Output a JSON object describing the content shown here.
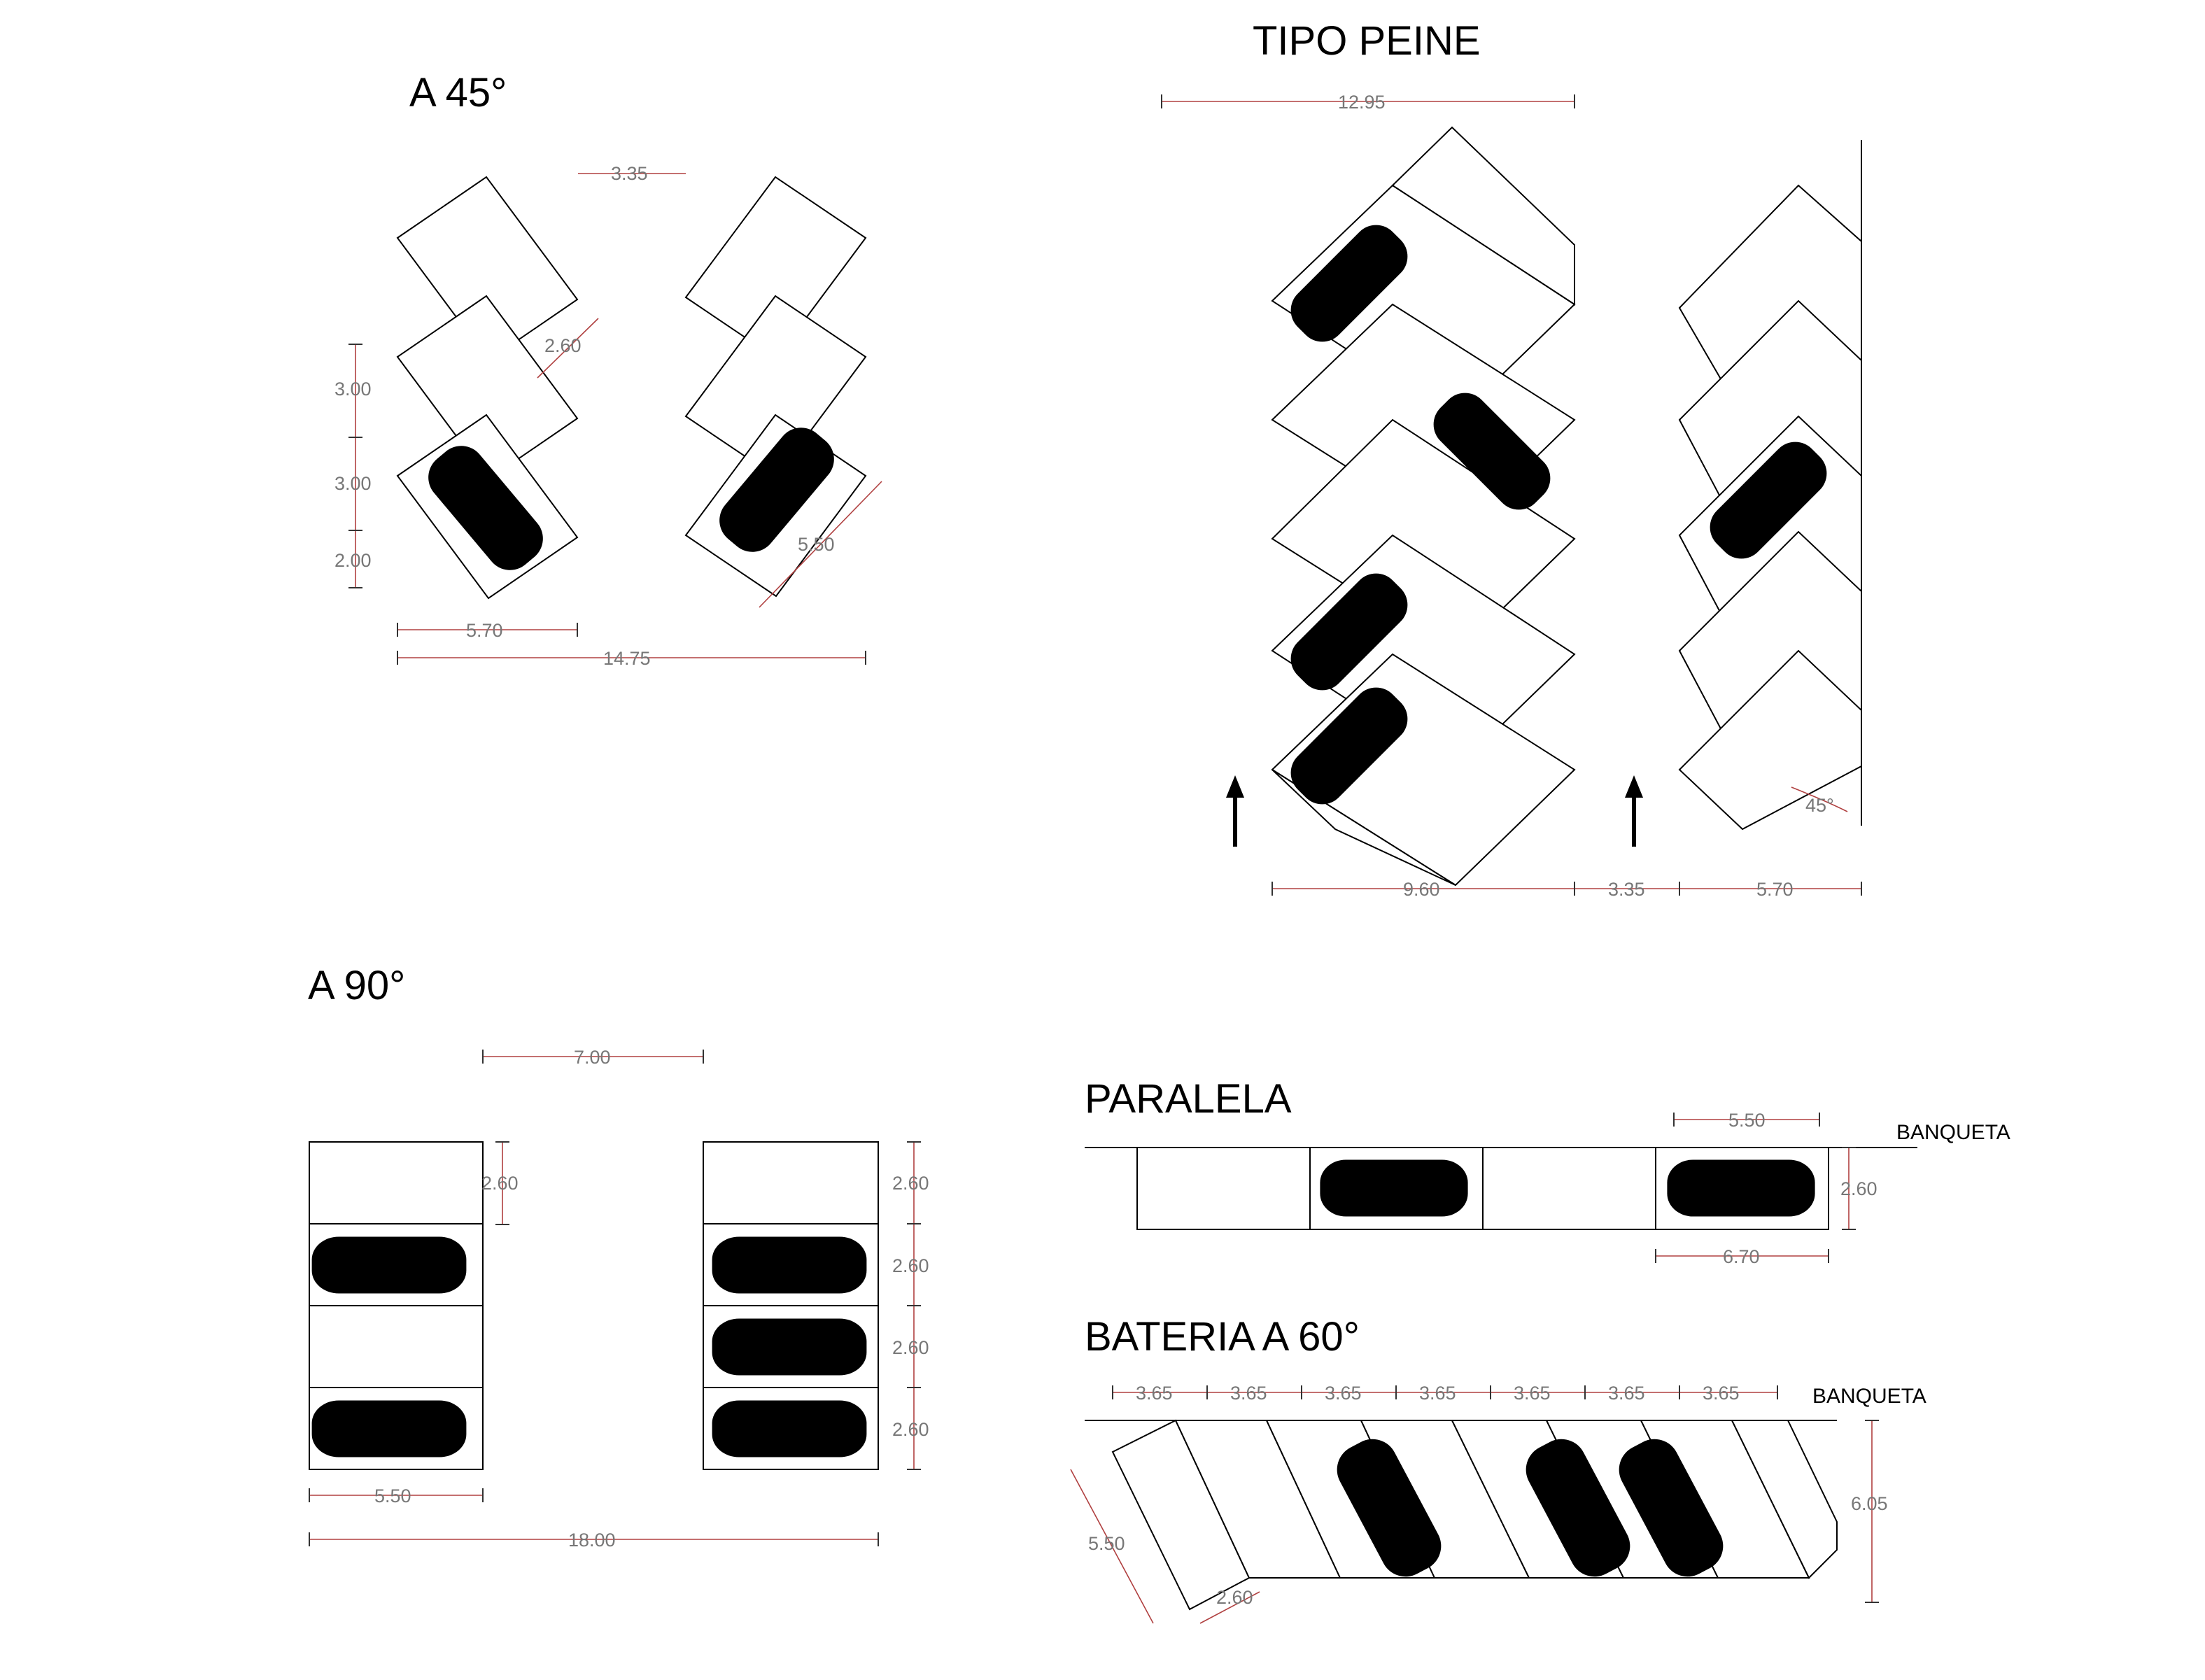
{
  "titles": {
    "a45": "A 45°",
    "peine": "TIPO PEINE",
    "a90": "A 90°",
    "paralela": "PARALELA",
    "bateria": "BATERIA A 60°"
  },
  "labels": {
    "banqueta_paralela": "BANQUETA",
    "banqueta_bateria": "BANQUETA",
    "angle_peine": "45°"
  },
  "dims": {
    "a45": {
      "aisle": "3.35",
      "width": "2.60",
      "v1": "3.00",
      "v2": "3.00",
      "v3": "2.00",
      "length": "5.50",
      "depth": "5.70",
      "total": "14.75"
    },
    "peine": {
      "top": "12.95",
      "b1": "9.60",
      "b2": "3.35",
      "b3": "5.70"
    },
    "a90": {
      "aisle": "7.00",
      "left_h": "2.60",
      "r1": "2.60",
      "r2": "2.60",
      "r3": "2.60",
      "r4": "2.60",
      "depth": "5.50",
      "total": "18.00"
    },
    "paralela": {
      "car": "5.50",
      "stall": "6.70",
      "width": "2.60"
    },
    "bateria": {
      "w1": "3.65",
      "w2": "3.65",
      "w3": "3.65",
      "w4": "3.65",
      "w5": "3.65",
      "w6": "3.65",
      "w7": "3.65",
      "length": "5.50",
      "width": "2.60",
      "depth": "6.05"
    }
  }
}
